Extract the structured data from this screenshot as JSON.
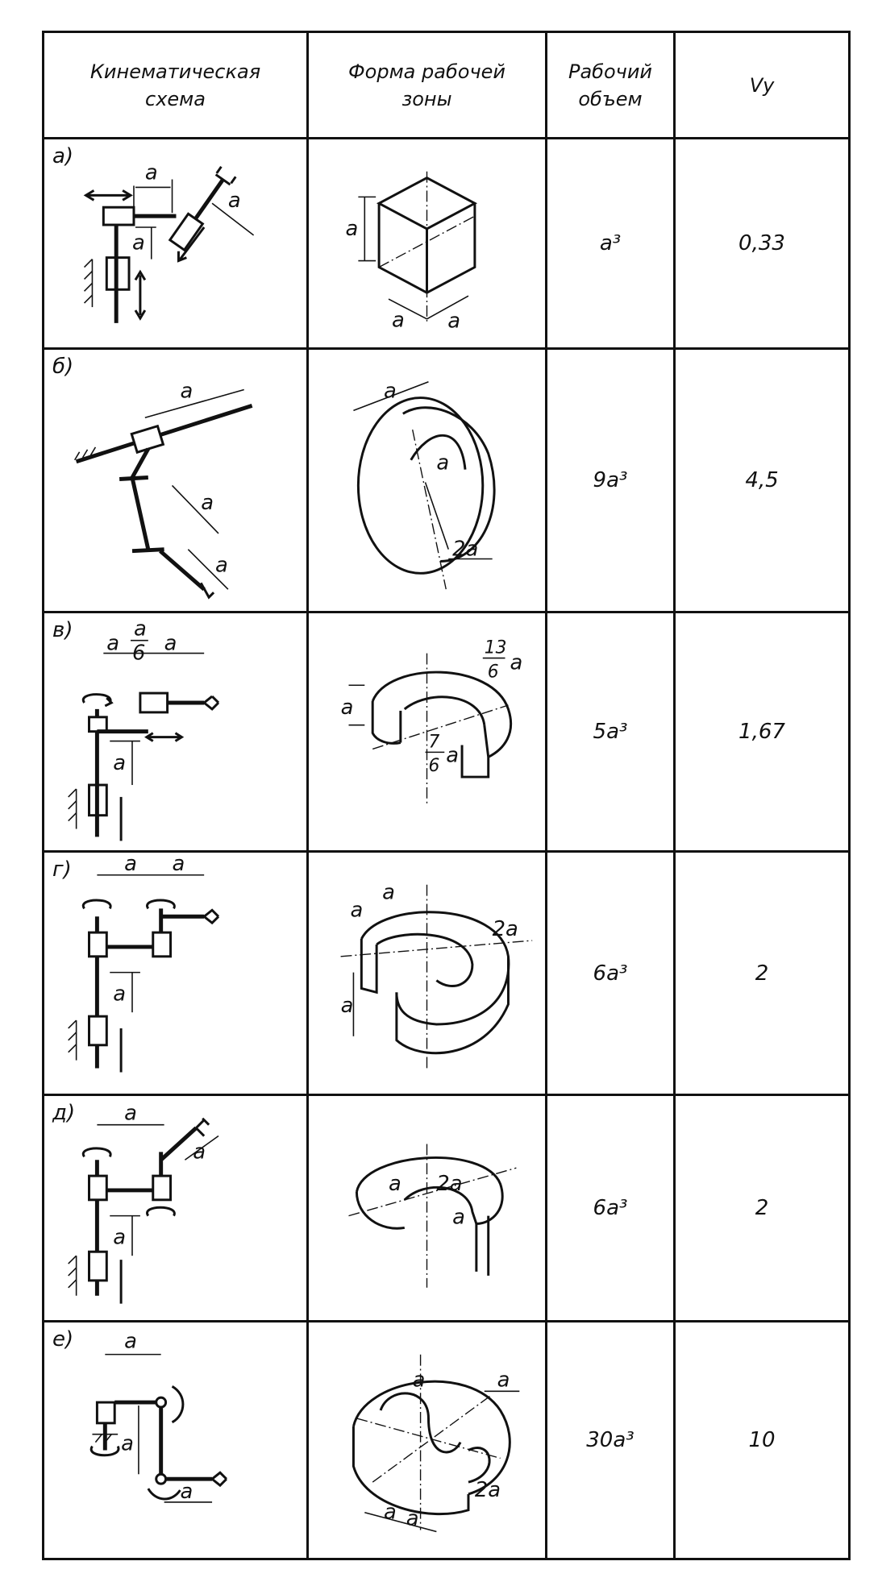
{
  "header": {
    "col1_line1": "Кинематическая",
    "col1_line2": "схема",
    "col2_line1": "Форма рабочей",
    "col2_line2": "зоны",
    "col3_line1": "Рабочий",
    "col3_line2": "объем",
    "col4": "Vy"
  },
  "rows": [
    {
      "label": "а)",
      "volume": "a³",
      "vy": "0,33",
      "dims": [
        "a"
      ]
    },
    {
      "label": "б)",
      "volume": "9a³",
      "vy": "4,5",
      "dims": [
        "a",
        "2a"
      ]
    },
    {
      "label": "в)",
      "volume": "5a³",
      "vy": "1,67",
      "dims": [
        "a",
        "6",
        "13",
        "7"
      ]
    },
    {
      "label": "г)",
      "volume": "6a³",
      "vy": "2",
      "dims": [
        "a",
        "2a"
      ]
    },
    {
      "label": "д)",
      "volume": "6a³",
      "vy": "2",
      "dims": [
        "a",
        "2a"
      ]
    },
    {
      "label": "е)",
      "volume": "30a³",
      "vy": "10",
      "dims": [
        "a",
        "2a"
      ]
    }
  ]
}
